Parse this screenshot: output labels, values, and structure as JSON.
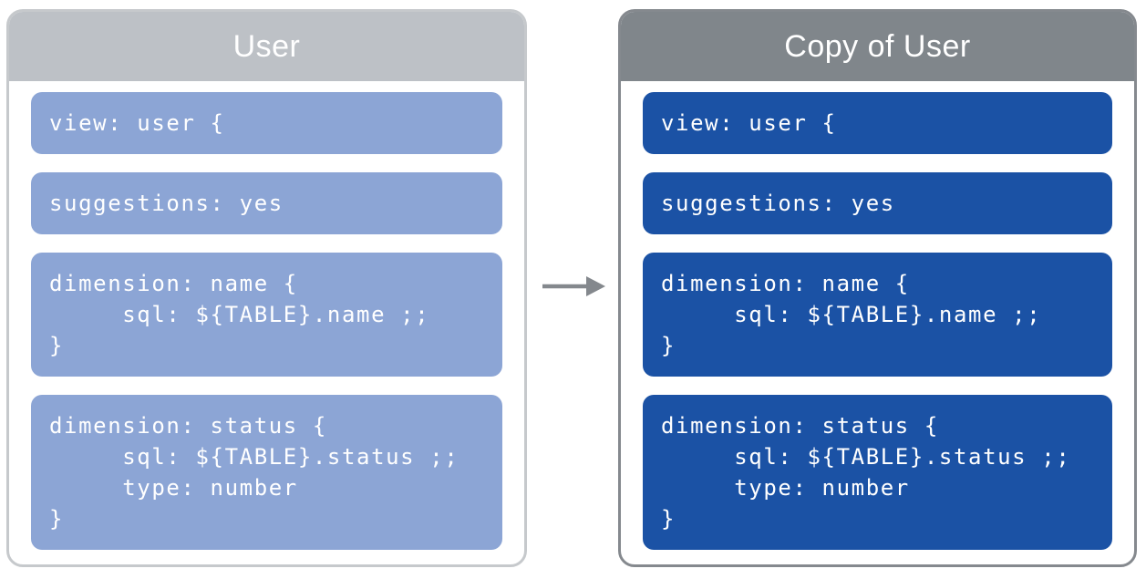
{
  "diagram": {
    "source_panel": {
      "title": "User",
      "blocks": [
        {
          "lines": [
            "view: user {"
          ]
        },
        {
          "lines": [
            "suggestions: yes"
          ]
        },
        {
          "lines": [
            "dimension: name {",
            "     sql: ${TABLE}.name ;;",
            "}"
          ]
        },
        {
          "lines": [
            "dimension: status {",
            "     sql: ${TABLE}.status ;;",
            "     type: number",
            "}"
          ]
        }
      ],
      "colors": {
        "header": "#BDC1C6",
        "border": "#C6C9CC",
        "block": "#8CA5D5",
        "text": "#FFFFFF"
      }
    },
    "copy_panel": {
      "title": "Copy of User",
      "blocks": [
        {
          "lines": [
            "view: user {"
          ]
        },
        {
          "lines": [
            "suggestions: yes"
          ]
        },
        {
          "lines": [
            "dimension: name {",
            "     sql: ${TABLE}.name ;;",
            "}"
          ]
        },
        {
          "lines": [
            "dimension: status {",
            "     sql: ${TABLE}.status ;;",
            "     type: number",
            "}"
          ]
        }
      ],
      "colors": {
        "header": "#80868B",
        "border": "#85898E",
        "block": "#1B52A5",
        "text": "#FFFFFF"
      }
    },
    "arrow": {
      "direction": "right",
      "color": "#84888D"
    }
  }
}
